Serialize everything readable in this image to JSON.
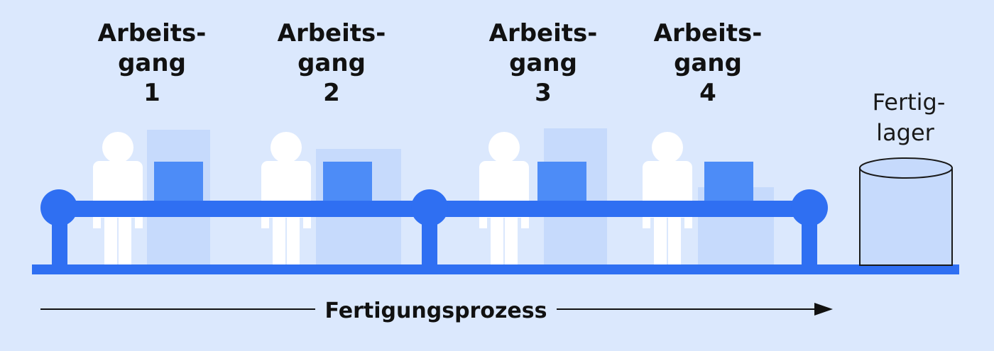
{
  "colors": {
    "background": "#dbe8fd",
    "conveyor": "#2f6ff2",
    "box_dark": "#4d8cf7",
    "box_light": "#c6dafc",
    "worker": "#ffffff",
    "text": "#111111"
  },
  "operations": [
    {
      "line1": "Arbeits-",
      "line2": "gang",
      "number": "1"
    },
    {
      "line1": "Arbeits-",
      "line2": "gang",
      "number": "2"
    },
    {
      "line1": "Arbeits-",
      "line2": "gang",
      "number": "3"
    },
    {
      "line1": "Arbeits-",
      "line2": "gang",
      "number": "4"
    }
  ],
  "store": {
    "line1": "Fertig-",
    "line2": "lager"
  },
  "process": {
    "label": "Fertigungsprozess"
  },
  "icons": [
    "worker-icon",
    "box-icon",
    "cylinder-storage-icon",
    "arrow-right-icon"
  ]
}
